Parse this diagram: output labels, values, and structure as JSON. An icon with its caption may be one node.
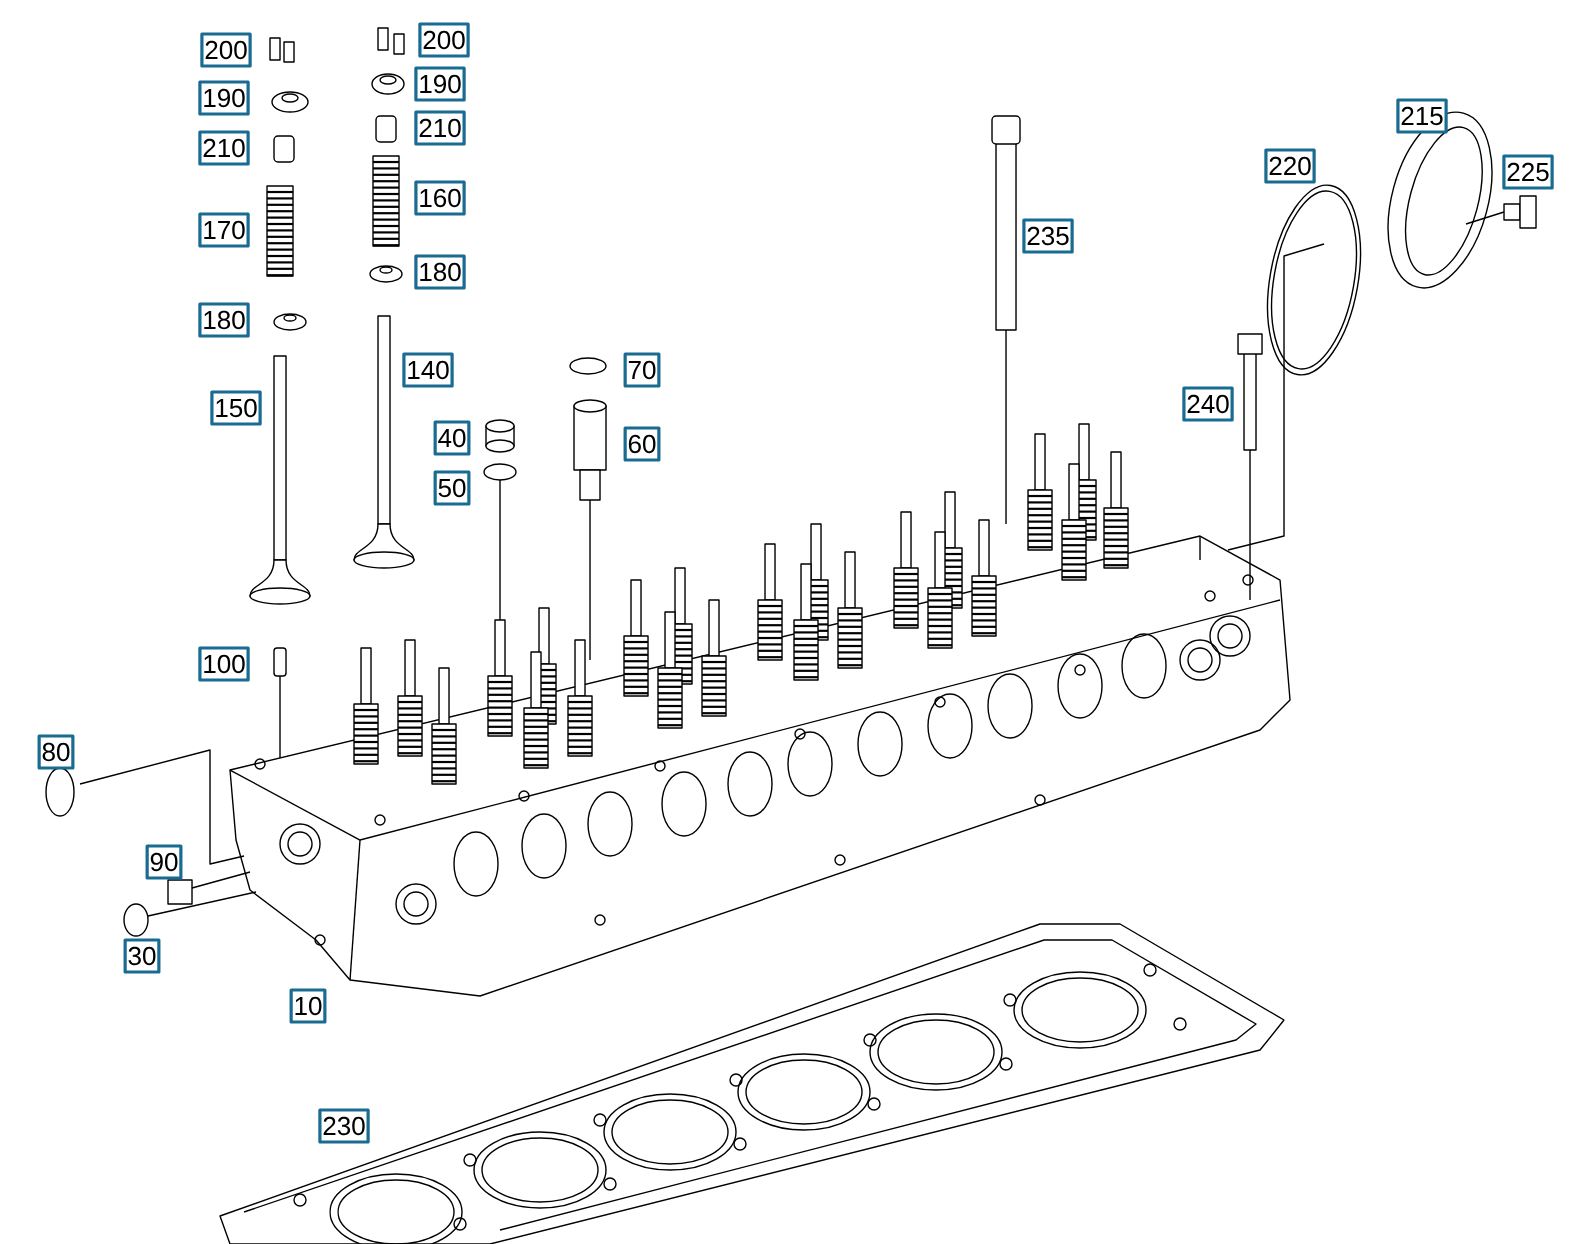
{
  "diagram": {
    "labels": [
      "200",
      "200",
      "190",
      "190",
      "210",
      "210",
      "215",
      "220",
      "225",
      "160",
      "235",
      "170",
      "180",
      "180",
      "70",
      "140",
      "150",
      "240",
      "40",
      "60",
      "50",
      "100",
      "80",
      "90",
      "30",
      "10",
      "230"
    ]
  }
}
